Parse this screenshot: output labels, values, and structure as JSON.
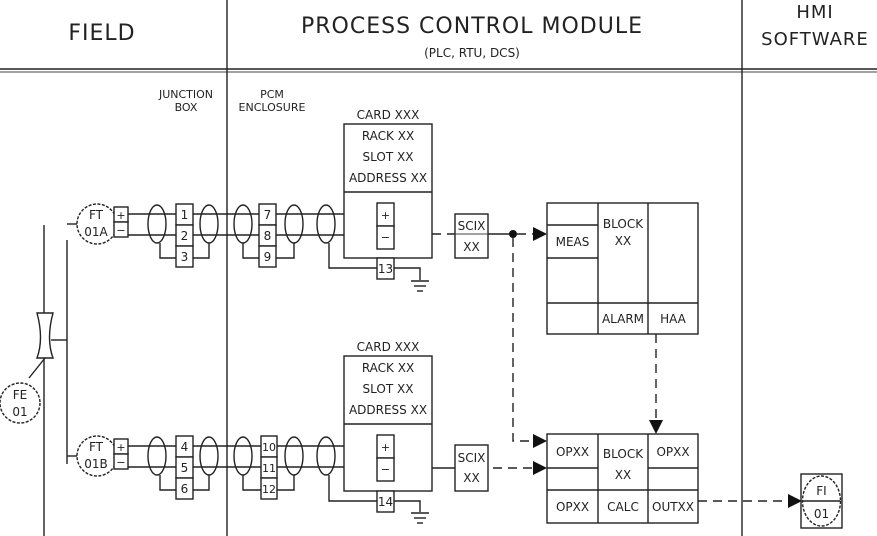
{
  "header": {
    "field": "FIELD",
    "pcm_title": "PROCESS CONTROL MODULE",
    "pcm_subtitle": "(PLC, RTU, DCS)",
    "hmi_line1": "HMI",
    "hmi_line2": "SOFTWARE"
  },
  "labels": {
    "junction_box_1": "JUNCTION",
    "junction_box_2": "BOX",
    "pcm_enclosure_1": "PCM",
    "pcm_enclosure_2": "ENCLOSURE"
  },
  "flow_element": {
    "tag": "FE",
    "loop": "01"
  },
  "loops": [
    {
      "transmitter": {
        "tag": "FT",
        "loop": "01A"
      },
      "plus": "+",
      "minus": "−",
      "jb_terminals": [
        "1",
        "2",
        "3"
      ],
      "pcm_terminals": [
        "7",
        "8",
        "9"
      ],
      "card": {
        "title": "CARD XXX",
        "rack": "RACK XX",
        "slot": "SLOT XX",
        "address": "ADDRESS XX"
      },
      "ground_terminal": "13",
      "scix": {
        "line1": "SCIX",
        "line2": "XX"
      }
    },
    {
      "transmitter": {
        "tag": "FT",
        "loop": "01B"
      },
      "plus": "+",
      "minus": "−",
      "jb_terminals": [
        "4",
        "5",
        "6"
      ],
      "pcm_terminals": [
        "10",
        "11",
        "12"
      ],
      "card": {
        "title": "CARD XXX",
        "rack": "RACK XX",
        "slot": "SLOT XX",
        "address": "ADDRESS XX"
      },
      "ground_terminal": "14",
      "scix": {
        "line1": "SCIX",
        "line2": "XX"
      }
    }
  ],
  "alarm_block": {
    "meas": "MEAS",
    "block_1": "BLOCK",
    "block_2": "XX",
    "alarm": "ALARM",
    "haa": "HAA"
  },
  "calc_block": {
    "opxx_in1": "OPXX",
    "opxx_out_top": "OPXX",
    "block_1": "BLOCK",
    "block_2": "XX",
    "opxx_in3": "OPXX",
    "calc": "CALC",
    "outxx": "OUTXX"
  },
  "indicator": {
    "tag": "FI",
    "loop": "01"
  }
}
